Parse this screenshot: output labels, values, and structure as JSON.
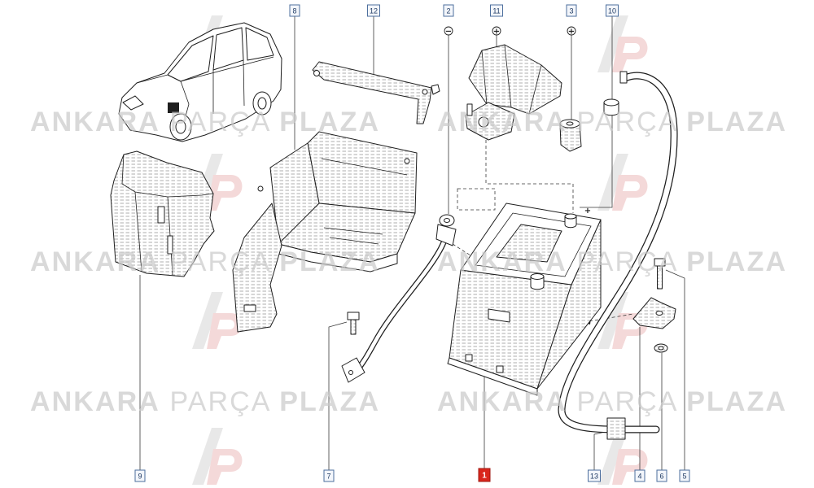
{
  "diagram": {
    "callouts": [
      {
        "label": "8"
      },
      {
        "label": "12"
      },
      {
        "label": "2"
      },
      {
        "label": "11"
      },
      {
        "label": "3"
      },
      {
        "label": "10"
      },
      {
        "label": "9"
      },
      {
        "label": "7"
      },
      {
        "label": "1",
        "selected": true
      },
      {
        "label": "13"
      },
      {
        "label": "4"
      },
      {
        "label": "6"
      },
      {
        "label": "5"
      }
    ],
    "polarity": {
      "part2": "−",
      "part11": "+",
      "part3": "+"
    },
    "battery_terminal_mark": "+"
  },
  "watermark": {
    "word1": "ANKARA",
    "word2": "PARÇA",
    "word3": "PLAZA"
  },
  "colors": {
    "callout_border": "#4d6f9e",
    "callout_fill": "#f3f6fb",
    "callout_text": "#1f3a63",
    "selected_fill": "#d9261c",
    "line_art": "#1e1e1e",
    "watermark": "#c9c9c9"
  }
}
